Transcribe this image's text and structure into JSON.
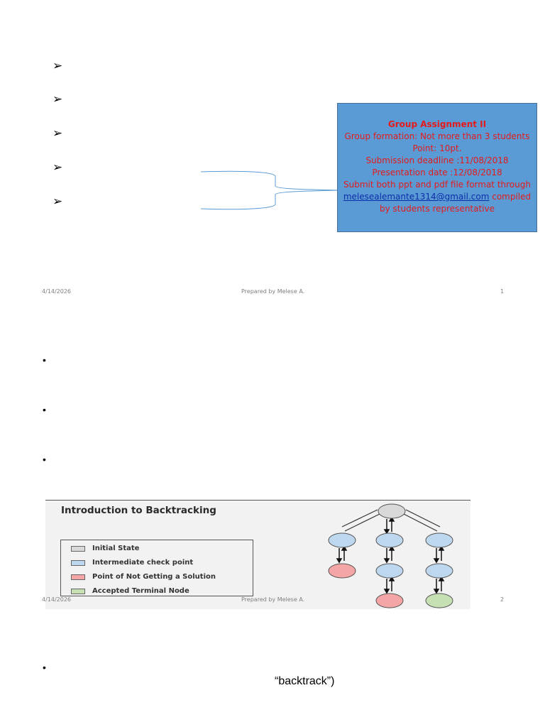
{
  "page1": {
    "arrow_bullets": [
      "➢",
      "➢",
      "➢",
      "➢",
      "➢"
    ],
    "assignment": {
      "title": "Group Assignment II",
      "formation": "Group formation: Not more than 3 students",
      "point": "Point: 10pt.",
      "deadline": "Submission deadline :11/08/2018",
      "presentation": "Presentation date :12/08/2018",
      "submit": "Submit both ppt and pdf file format  through",
      "email": "melesealemante1314@gmail.com",
      "compiled": " compiled",
      "by": "by students representative"
    },
    "footer": {
      "date": "4/14/2026",
      "author": "Prepared by Melese A.",
      "page": "1"
    }
  },
  "page2": {
    "bullets": [
      "•",
      "•",
      "•"
    ],
    "figure": {
      "title": "Introduction to Backtracking",
      "legend": [
        {
          "label": "Initial State",
          "color": "#d9d9d9"
        },
        {
          "label": "Intermediate check point",
          "color": "#bdd7ee"
        },
        {
          "label": "Point of Not Getting a Solution",
          "color": "#f4a6a6"
        },
        {
          "label": "Accepted Terminal Node",
          "color": "#c6e0b4"
        }
      ]
    },
    "footer": {
      "date": "4/14/2026",
      "author": "Prepared by Melese A.",
      "page": "2"
    }
  },
  "page3": {
    "bullet": "•",
    "closing_text": "“backtrack”)"
  }
}
